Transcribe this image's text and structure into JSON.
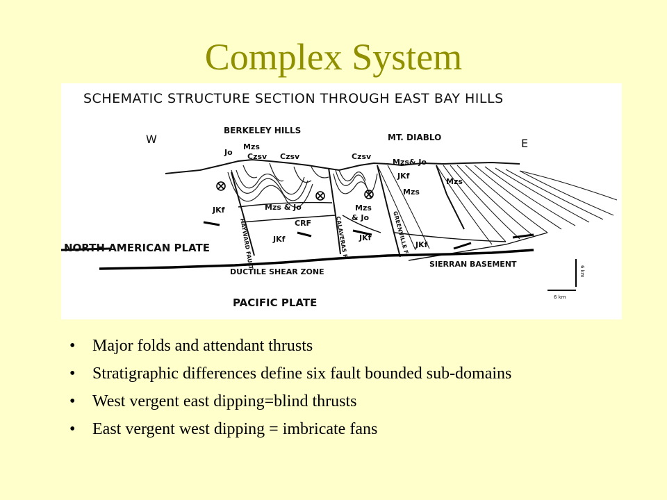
{
  "slide": {
    "title": "Complex System"
  },
  "diagram": {
    "heading": "SCHEMATIC STRUCTURE SECTION THROUGH EAST BAY HILLS",
    "labels": {
      "west": "W",
      "east": "E",
      "berkeley_hills": "BERKELEY HILLS",
      "mt_diablo": "MT. DIABLO",
      "jo": "Jo",
      "mzs_top": "Mzs",
      "czsv_1": "Czsv",
      "czsv_2": "Czsv",
      "czsv_3": "Czsv",
      "mzs_jo_top": "Mzs& Jo",
      "jkf_east_top": "JKf",
      "mzs_east": "Mzs",
      "mzs_far_east": "Mzs",
      "jkf_west": "JKf",
      "mzs_jo_mid": "Mzs & Jo",
      "crf": "CRF",
      "mzs_calaveras": "Mzs",
      "jo_calaveras": "& Jo",
      "jkf_mid": "JKf",
      "jkf_calaveras": "JKf",
      "jkf_greenville": "JKf",
      "hayward_fault": "HAYWARD FAULT",
      "calaveras_fault": "CALAVERAS F.",
      "greenville_fault": "GREENVILLE F.",
      "north_american_plate": "NORTH AMERICAN PLATE",
      "ductile_shear_zone": "DUCTILE SHEAR ZONE",
      "sierran_basement": "SIERRAN BASEMENT",
      "pacific_plate": "PACIFIC PLATE",
      "scale_vertical": "6 km",
      "scale_horizontal": "6 km"
    }
  },
  "bullets": [
    "Major folds and attendant thrusts",
    "Stratigraphic differences define six fault bounded sub-domains",
    "West vergent east dipping=blind thrusts",
    "East vergent west dipping = imbricate fans"
  ]
}
